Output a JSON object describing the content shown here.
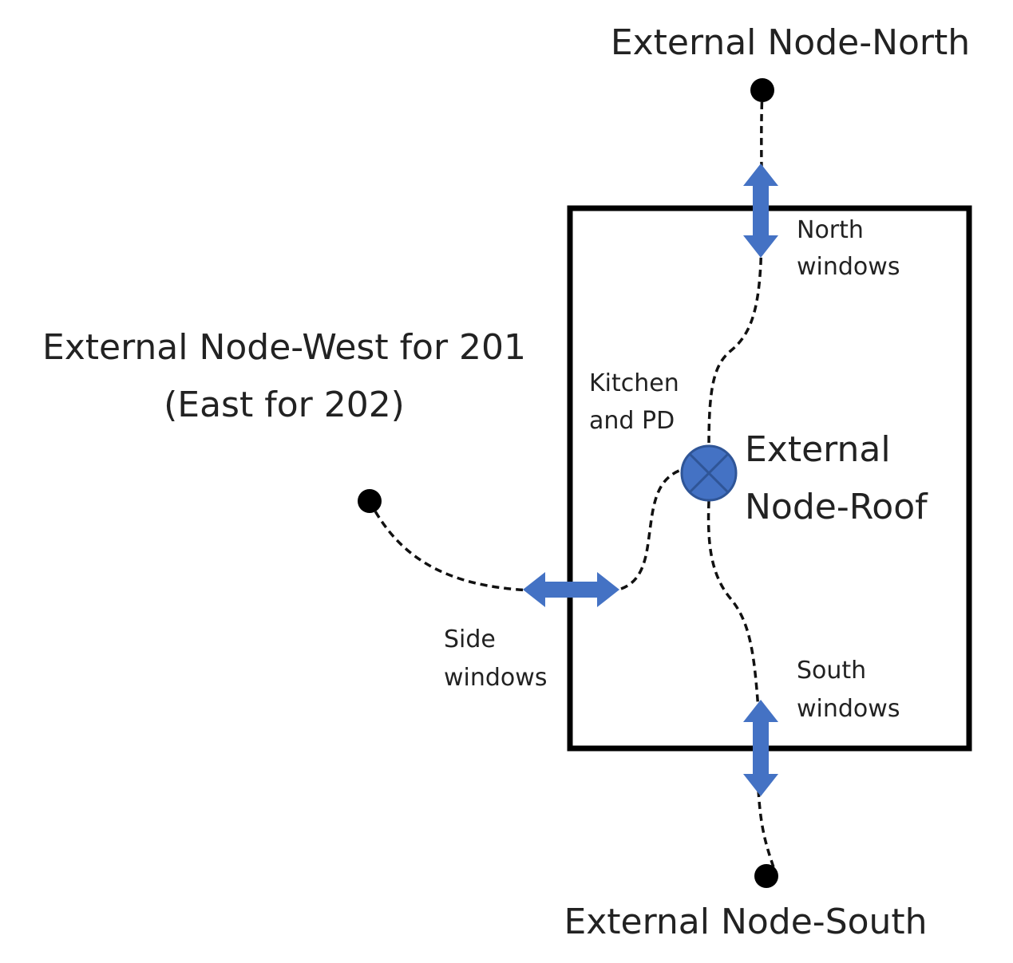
{
  "labels": {
    "north": "External Node-North",
    "west_line1": "External Node-West for 201",
    "west_line2": "(East for 202)",
    "roof_line1": "External",
    "roof_line2": "Node-Roof",
    "south": "External Node-South",
    "north_windows_line1": "North",
    "north_windows_line2": "windows",
    "kitchen_line1": "Kitchen",
    "kitchen_line2": "and PD",
    "side_windows_line1": "Side",
    "side_windows_line2": "windows",
    "south_windows_line1": "South",
    "south_windows_line2": "windows"
  },
  "colors": {
    "arrow": "#4472C4",
    "roof_node": "#4472C4",
    "line": "#111111"
  }
}
